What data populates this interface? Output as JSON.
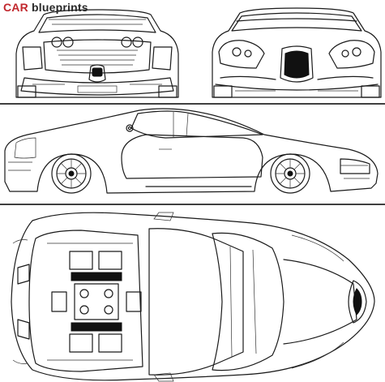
{
  "brand": {
    "car": "CAR",
    "blueprints": " blueprints"
  },
  "colors": {
    "car_text": "#c1272d",
    "blueprints_text": "#2a2a2a",
    "line": "#1a1a1a",
    "background": "#ffffff"
  },
  "views": [
    "rear-view",
    "front-view",
    "side-view",
    "top-view"
  ]
}
